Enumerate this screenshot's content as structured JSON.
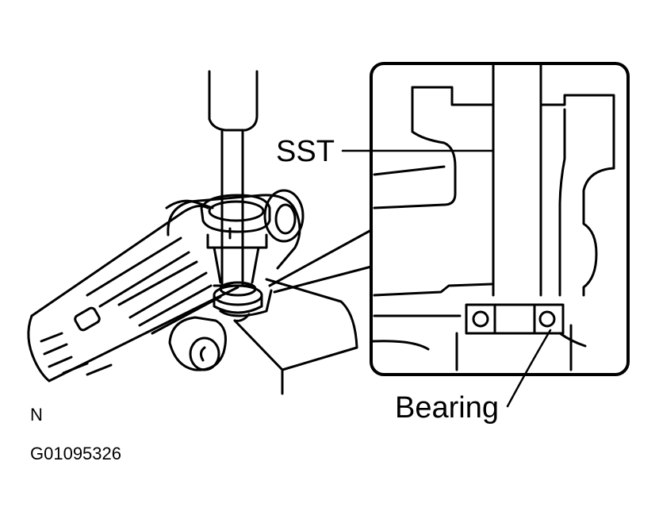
{
  "labels": {
    "sst": "SST",
    "bearing": "Bearing",
    "orientation": "N",
    "figure_id": "G01095326"
  },
  "colors": {
    "ink": "#000000",
    "paper": "#ffffff"
  }
}
